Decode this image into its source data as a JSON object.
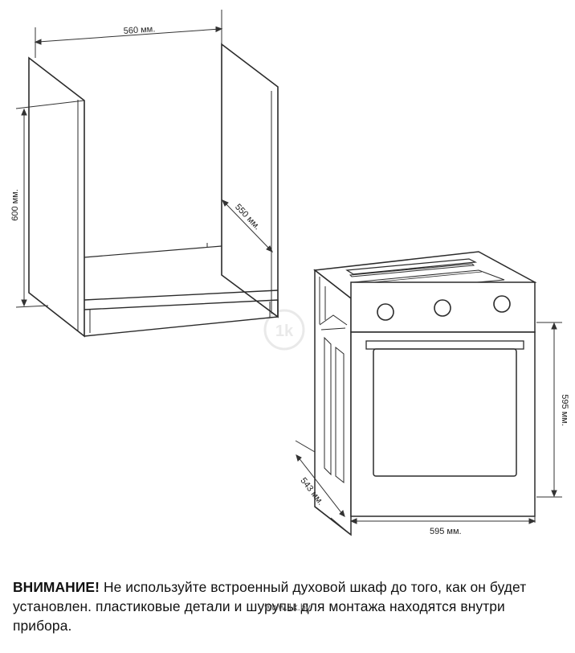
{
  "cabinet": {
    "width_label": "560 мм.",
    "height_label": "600 мм.",
    "depth_label": "550 мм."
  },
  "oven": {
    "height_label": "595 мм.",
    "width_label": "595 мм.",
    "depth_label": "543 мм."
  },
  "warning": {
    "heading": "ВНИМАНИЕ!",
    "text": " Не используйте встроенный духовой шкаф до того, как он будет установлен. пластиковые детали и шурупы для монтажа находятся внутри прибора."
  },
  "watermark": {
    "text": "www.1k.by"
  }
}
